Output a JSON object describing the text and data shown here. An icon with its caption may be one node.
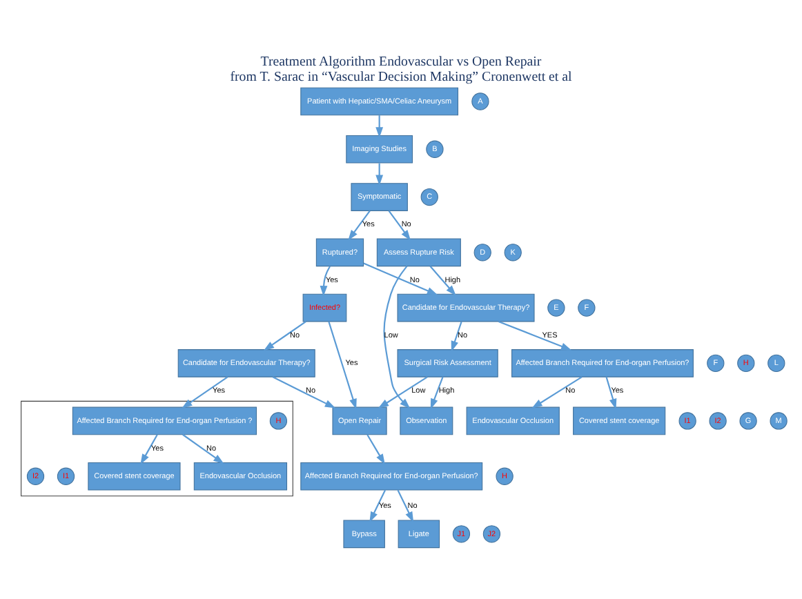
{
  "diagram": {
    "title": "Treatment Algorithm Endovascular vs Open Repair",
    "caption": "from T. Sarac in “Vascular Decision Making” Cronenwett et al",
    "nodes": [
      {
        "text": [
          "Patient with Hepatic/SMA/Celiac Aneurysm"
        ]
      },
      {
        "text": [
          "A"
        ]
      },
      {
        "text": [
          "Imaging Studies"
        ]
      },
      {
        "text": [
          "B"
        ]
      },
      {
        "text": [
          "C"
        ]
      },
      {
        "text": [
          "Symptomatic"
        ]
      },
      {
        "text": [
          "D"
        ]
      },
      {
        "text": [
          "Ruptured?"
        ]
      },
      {
        "text": [
          "Infected?"
        ]
      },
      {
        "text": [
          "E"
        ]
      },
      {
        "text": [
          "F"
        ]
      },
      {
        "text": [
          "Candidate for Endovascular Therapy?"
        ]
      },
      {
        "text": [
          "F"
        ]
      },
      {
        "text": [
          "Candidate for Endovascular Therapy?"
        ]
      },
      {
        "text": [
          "Assess Rupture Risk"
        ]
      },
      {
        "text": [
          "K"
        ]
      },
      {
        "text": [
          "I1"
        ]
      },
      {
        "text": [
          "H"
        ]
      },
      {
        "text": [
          "Affected Branch Required for End-organ Perfusion?"
        ]
      },
      {
        "text": [
          "Covered stent coverage"
        ]
      },
      {
        "text": [
          "Endovascular Occlusion"
        ]
      },
      {
        "text": [
          "I2"
        ]
      },
      {
        "text": [
          "Open Repair"
        ]
      },
      {
        "text": [
          "G"
        ]
      },
      {
        "text": [
          "Surgical Risk Assessment"
        ]
      },
      {
        "text": [
          "L"
        ]
      },
      {
        "text": [],
        "shape": "box"
      },
      {
        "text": [
          "H"
        ],
        "in": 26
      },
      {
        "text": [
          "Affected Branch Required for End-organ Perfusion ?"
        ],
        "in": 26
      },
      {
        "text": [
          "I1"
        ],
        "in": 26
      },
      {
        "text": [
          "Covered stent coverage"
        ],
        "in": 26
      },
      {
        "text": [
          "Endovascular Occlusion"
        ],
        "in": 26
      },
      {
        "text": [
          "I2"
        ],
        "in": 26
      },
      {
        "text": [
          "H"
        ]
      },
      {
        "text": [
          "Affected Branch Required for End-organ Perfusion?"
        ]
      },
      {
        "text": [
          "J1"
        ]
      },
      {
        "text": [
          "Bypass"
        ]
      },
      {
        "text": [
          "Ligate"
        ]
      },
      {
        "text": [
          "J2"
        ]
      },
      {
        "text": [
          "Observation"
        ]
      },
      {
        "text": [
          "M"
        ]
      }
    ],
    "edges": [
      {
        "from": 0,
        "to": 2,
        "arrow": "to"
      },
      {
        "from": 2,
        "to": 5,
        "arrow": "to"
      },
      {
        "from": 5,
        "to": 7,
        "arrow": "to",
        "label": "Yes"
      },
      {
        "from": 5,
        "to": 14,
        "arrow": "to",
        "label": "No"
      },
      {
        "from": 7,
        "to": 8,
        "arrow": "to",
        "label": "Yes"
      },
      {
        "from": 7,
        "to": 13,
        "arrow": "to",
        "label": "No"
      },
      {
        "from": 8,
        "to": 11,
        "arrow": "to",
        "label": "No"
      },
      {
        "from": 8,
        "to": 22,
        "arrow": "to",
        "label": "Yes"
      },
      {
        "from": 11,
        "to": 28,
        "arrow": "to",
        "label": "Yes"
      },
      {
        "from": 11,
        "to": 22,
        "arrow": "to",
        "label": "No"
      },
      {
        "from": 14,
        "to": 13,
        "arrow": "to",
        "label": "High"
      },
      {
        "from": 14,
        "to": 39,
        "arrow": "to",
        "label": "Low"
      },
      {
        "from": 13,
        "to": 24,
        "arrow": "to",
        "label": "No"
      },
      {
        "from": 13,
        "to": 18,
        "arrow": "to",
        "label": "YES"
      },
      {
        "from": 18,
        "to": 19,
        "arrow": "to",
        "label": "Yes"
      },
      {
        "from": 18,
        "to": 20,
        "arrow": "to",
        "label": "No"
      },
      {
        "from": 28,
        "to": 30,
        "arrow": "to",
        "label": "Yes"
      },
      {
        "from": 28,
        "to": 31,
        "arrow": "to",
        "label": "No"
      },
      {
        "from": 24,
        "to": 22,
        "arrow": "to",
        "label": "Low"
      },
      {
        "from": 24,
        "to": 39,
        "arrow": "to",
        "label": "High"
      },
      {
        "from": 22,
        "to": 34,
        "arrow": "to"
      },
      {
        "from": 34,
        "to": 36,
        "arrow": "to",
        "label": "Yes"
      },
      {
        "from": 34,
        "to": 37,
        "arrow": "to",
        "label": "No"
      }
    ]
  }
}
